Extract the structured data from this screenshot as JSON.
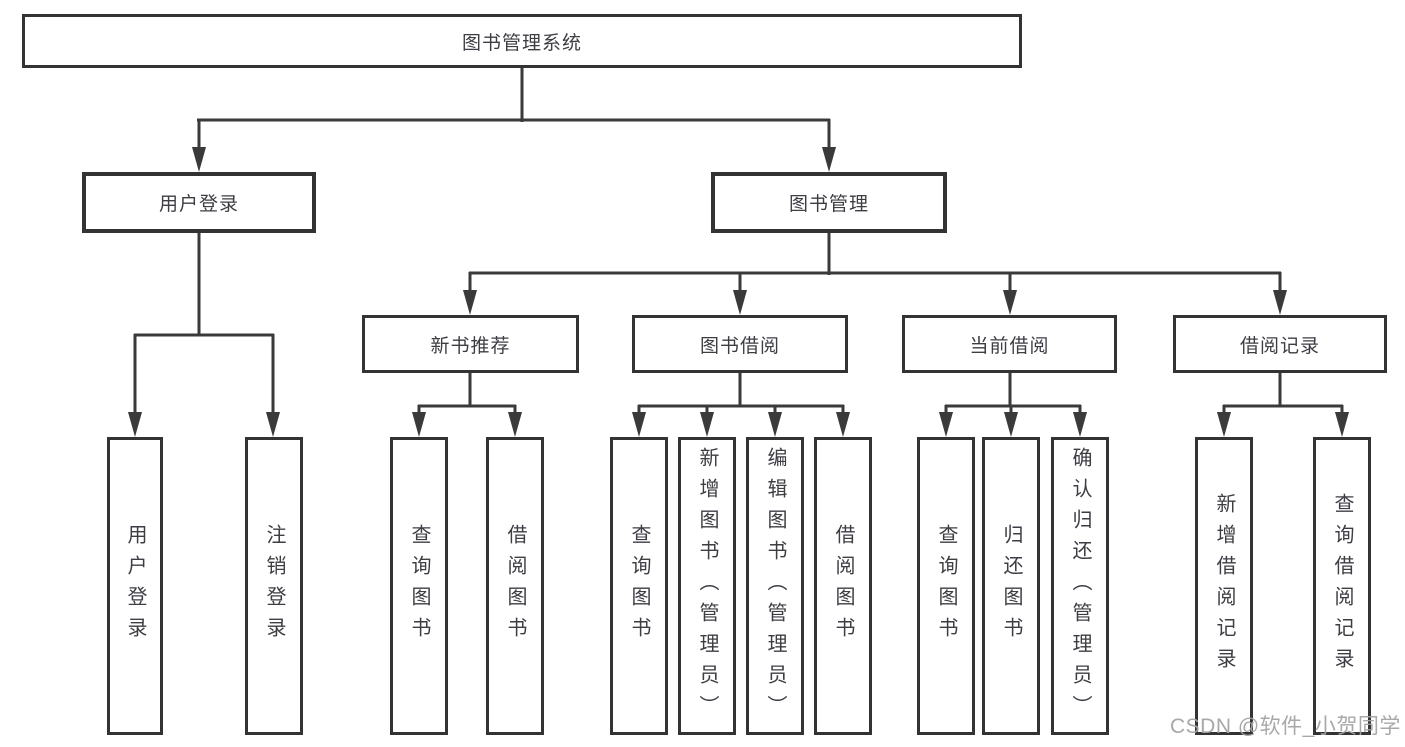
{
  "diagram": {
    "title_node": {
      "label": "图书管理系统"
    },
    "level2": [
      {
        "label": "用户登录"
      },
      {
        "label": "图书管理"
      }
    ],
    "level3": [
      {
        "label": "新书推荐"
      },
      {
        "label": "图书借阅"
      },
      {
        "label": "当前借阅"
      },
      {
        "label": "借阅记录"
      }
    ],
    "leaves": [
      {
        "label": "用户登录",
        "parent": "用户登录"
      },
      {
        "label": "注销登录",
        "parent": "用户登录"
      },
      {
        "label": "查询图书",
        "parent": "新书推荐"
      },
      {
        "label": "借阅图书",
        "parent": "新书推荐"
      },
      {
        "label": "查询图书",
        "parent": "图书借阅"
      },
      {
        "label": "新增图书（管理员）",
        "parent": "图书借阅"
      },
      {
        "label": "编辑图书（管理员）",
        "parent": "图书借阅"
      },
      {
        "label": "借阅图书",
        "parent": "图书借阅"
      },
      {
        "label": "查询图书",
        "parent": "当前借阅"
      },
      {
        "label": "归还图书",
        "parent": "当前借阅"
      },
      {
        "label": "确认归还（管理员）",
        "parent": "当前借阅"
      },
      {
        "label": "新增借阅记录",
        "parent": "借阅记录"
      },
      {
        "label": "查询借阅记录",
        "parent": "借阅记录"
      }
    ],
    "line_color": "#3a3a3a",
    "text_color": "#3d3d44"
  },
  "watermark": {
    "text": "CSDN @软件_小贺同学"
  }
}
